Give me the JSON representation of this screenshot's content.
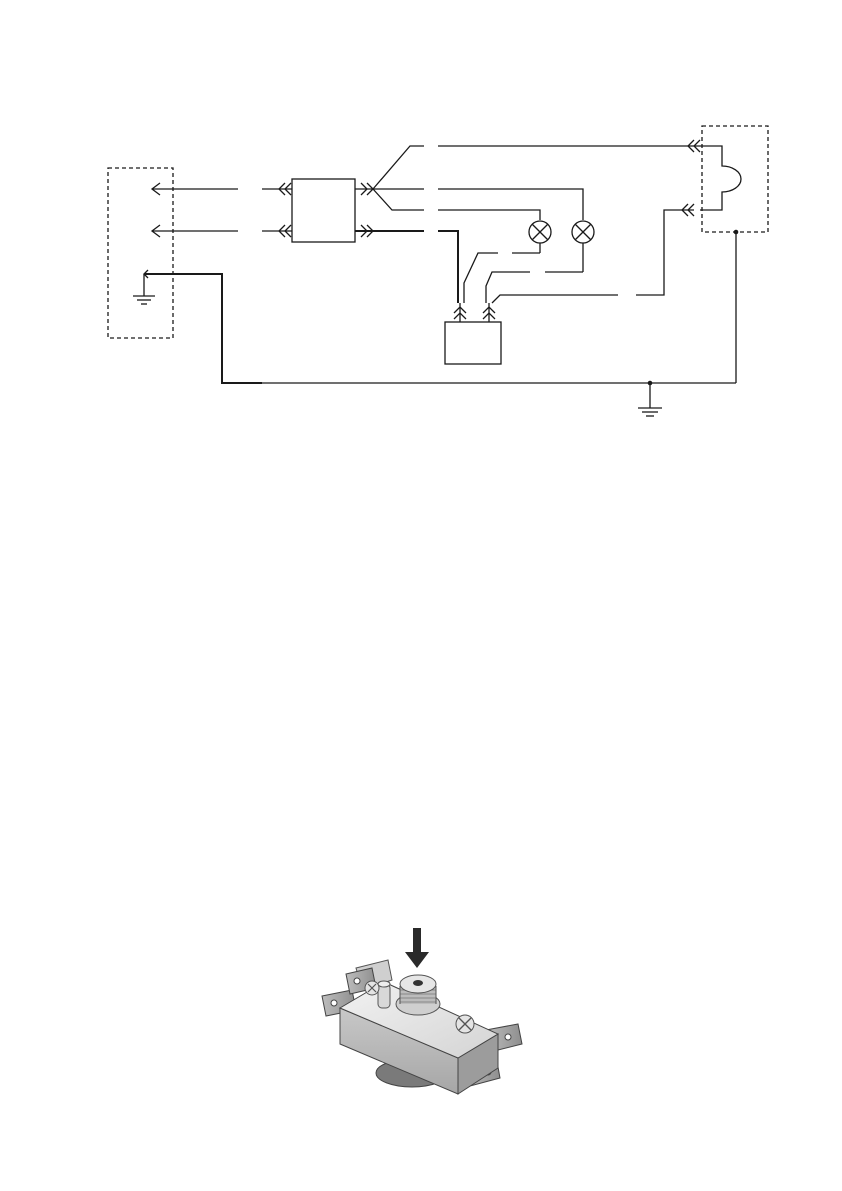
{
  "diagram": {
    "type": "wiring-diagram",
    "components": [
      "mains-connector",
      "filter-unit",
      "oven-lamp",
      "indicator-lamp",
      "timer-motor",
      "thermal-cutout",
      "chassis-ground"
    ]
  },
  "illustration": {
    "subject": "thermal-cutout",
    "arrow": "press-button"
  }
}
